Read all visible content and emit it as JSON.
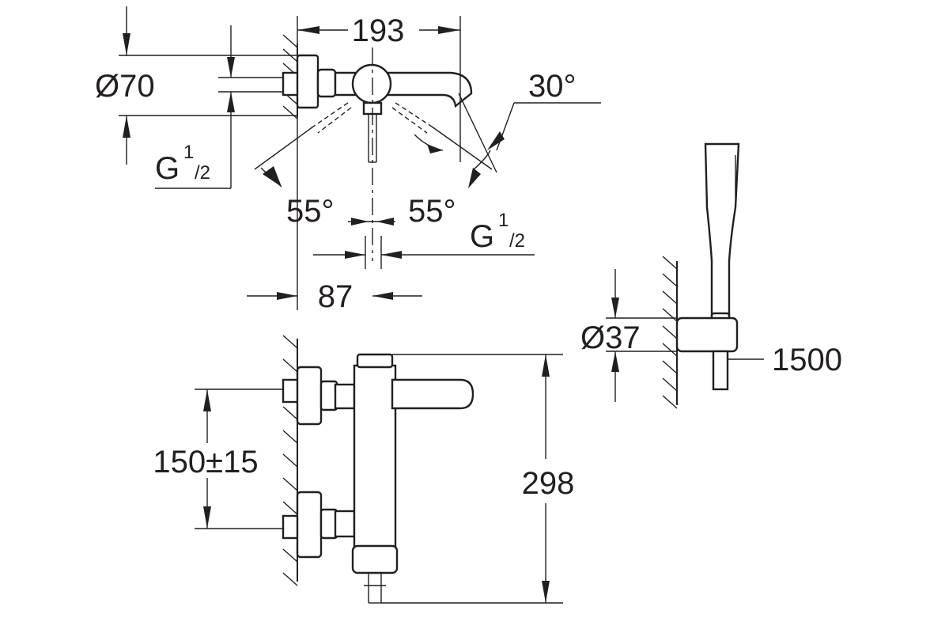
{
  "dimensions": {
    "total_projection": "193",
    "diameter_rosette": "Ø70",
    "angle_spout": "30°",
    "thread_left_main": "G",
    "thread_left_num": "1",
    "thread_left_den": "/2",
    "angle_left": "55°",
    "angle_right": "55°",
    "thread_right_main": "G",
    "thread_right_num": "1",
    "thread_right_den": "/2",
    "axis_distance": "87",
    "inlet_centers": "150±15",
    "total_height": "298",
    "diameter_holder": "Ø37",
    "hose_length": "1500"
  }
}
